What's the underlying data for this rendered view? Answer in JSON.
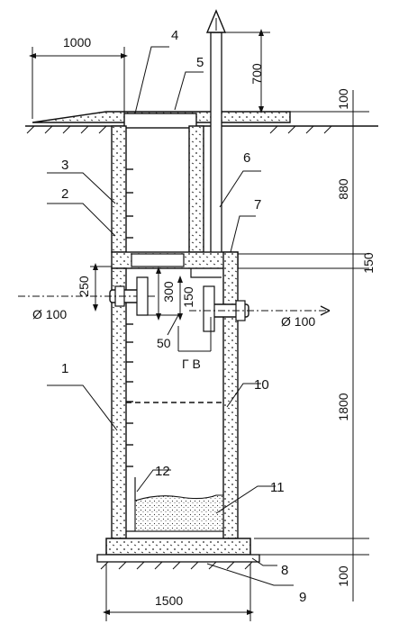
{
  "dimensions": {
    "top_width": "1000",
    "vent_height": "700",
    "cover_thickness": "100",
    "chamber_height": "880",
    "slab_thickness": "150",
    "inlet_offset": "250",
    "inlet_diameter": "Ø 100",
    "inner_drop": "300",
    "inner_offset": "150",
    "outlet_diameter": "Ø 100",
    "small_gap": "50",
    "section_mark": "Г В",
    "main_height": "1800",
    "base_thickness": "100",
    "base_width": "1500"
  },
  "callouts": [
    "1",
    "2",
    "3",
    "4",
    "5",
    "6",
    "7",
    "8",
    "9",
    "10",
    "11",
    "12"
  ]
}
